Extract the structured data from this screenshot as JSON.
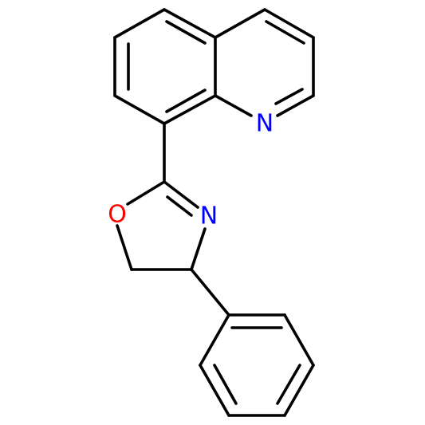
{
  "molecule": {
    "atoms": {
      "n_quinoline": {
        "symbol": "N",
        "color": "#0000ff"
      },
      "o_oxazoline": {
        "symbol": "O",
        "color": "#ff0000"
      },
      "n_oxazoline": {
        "symbol": "N",
        "color": "#0000ff"
      }
    },
    "bond_color": "#000000"
  }
}
